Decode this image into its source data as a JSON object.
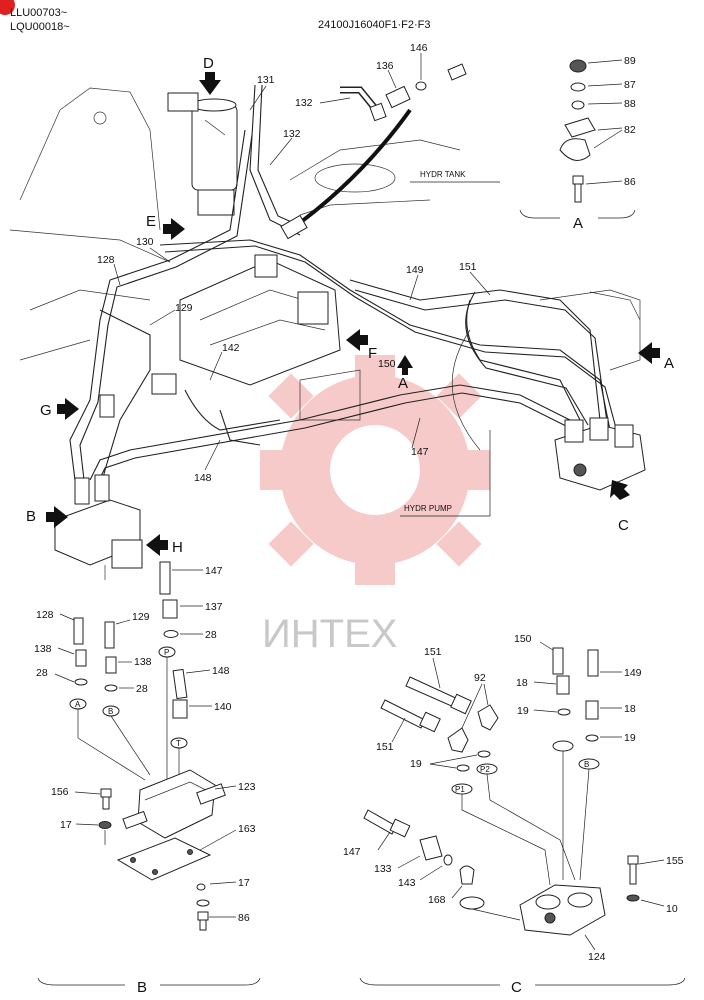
{
  "header": {
    "serial_line1": "LLU00703~",
    "serial_line2": "LQU00018~",
    "drawing_code": "24100J16040F1·F2·F3"
  },
  "watermark": {
    "text": "ИНТЕХ",
    "color": "#f2a0a0"
  },
  "main_view": {
    "view_arrows": [
      "D",
      "E",
      "A",
      "B",
      "C",
      "F",
      "G",
      "H",
      "A"
    ],
    "callouts": [
      "131",
      "132",
      "132",
      "136",
      "146",
      "130",
      "128",
      "129",
      "142",
      "149",
      "151",
      "150",
      "147",
      "148"
    ],
    "text_labels": [
      "HYDR TANK",
      "HYDR PUMP"
    ]
  },
  "detail_a": {
    "letter": "A",
    "callouts": [
      "89",
      "87",
      "88",
      "82",
      "86"
    ]
  },
  "detail_b": {
    "letter": "B",
    "callouts": [
      "147",
      "137",
      "28",
      "128",
      "129",
      "138",
      "28",
      "138",
      "28",
      "148",
      "140",
      "156",
      "123",
      "17",
      "163",
      "17",
      "86"
    ],
    "ports": [
      "P",
      "A",
      "B",
      "T"
    ]
  },
  "detail_c": {
    "letter": "C",
    "callouts": [
      "150",
      "151",
      "92",
      "18",
      "149",
      "151",
      "19",
      "18",
      "19",
      "19",
      "147",
      "133",
      "143",
      "168",
      "155",
      "10",
      "124"
    ],
    "ports": [
      "P2",
      "P1",
      "B"
    ]
  },
  "colors": {
    "line": "#222222",
    "logo_badge": "#e02020"
  }
}
